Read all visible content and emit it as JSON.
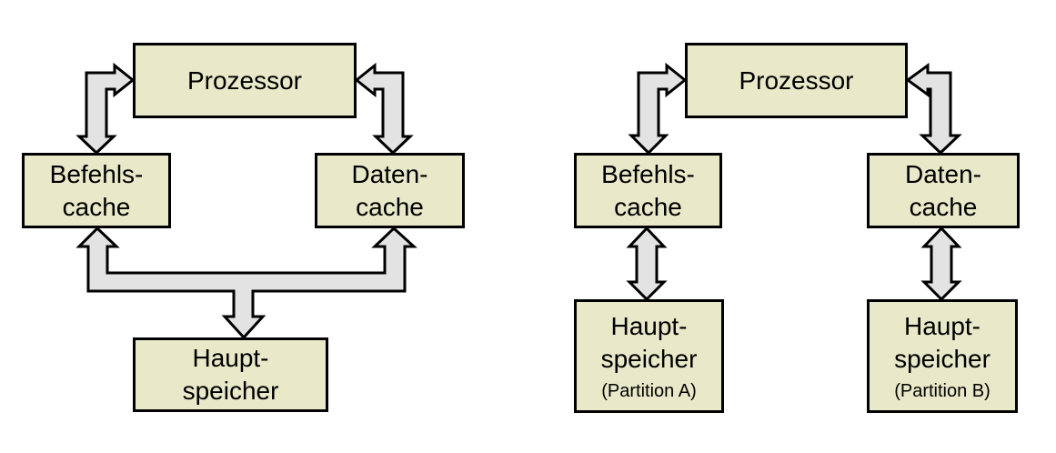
{
  "colors": {
    "background": "#ffffff",
    "box_fill": "#e9e9c9",
    "box_border": "#000000",
    "arrow_fill": "#e3e3e3",
    "arrow_stroke": "#000000",
    "text": "#000000"
  },
  "diagrams": [
    {
      "name": "shared-main-memory-architecture",
      "nodes": {
        "processor": {
          "label": "Prozessor"
        },
        "instruction_cache": {
          "line1": "Befehls-",
          "line2": "cache"
        },
        "data_cache": {
          "line1": "Daten-",
          "line2": "cache"
        },
        "main_memory": {
          "line1": "Haupt-",
          "line2": "speicher"
        }
      }
    },
    {
      "name": "partitioned-main-memory-architecture",
      "nodes": {
        "processor": {
          "label": "Prozessor"
        },
        "instruction_cache": {
          "line1": "Befehls-",
          "line2": "cache"
        },
        "data_cache": {
          "line1": "Daten-",
          "line2": "cache"
        },
        "main_memory_a": {
          "line1": "Haupt-",
          "line2": "speicher",
          "line3": "(Partition A)"
        },
        "main_memory_b": {
          "line1": "Haupt-",
          "line2": "speicher",
          "line3": "(Partition B)"
        }
      }
    }
  ]
}
